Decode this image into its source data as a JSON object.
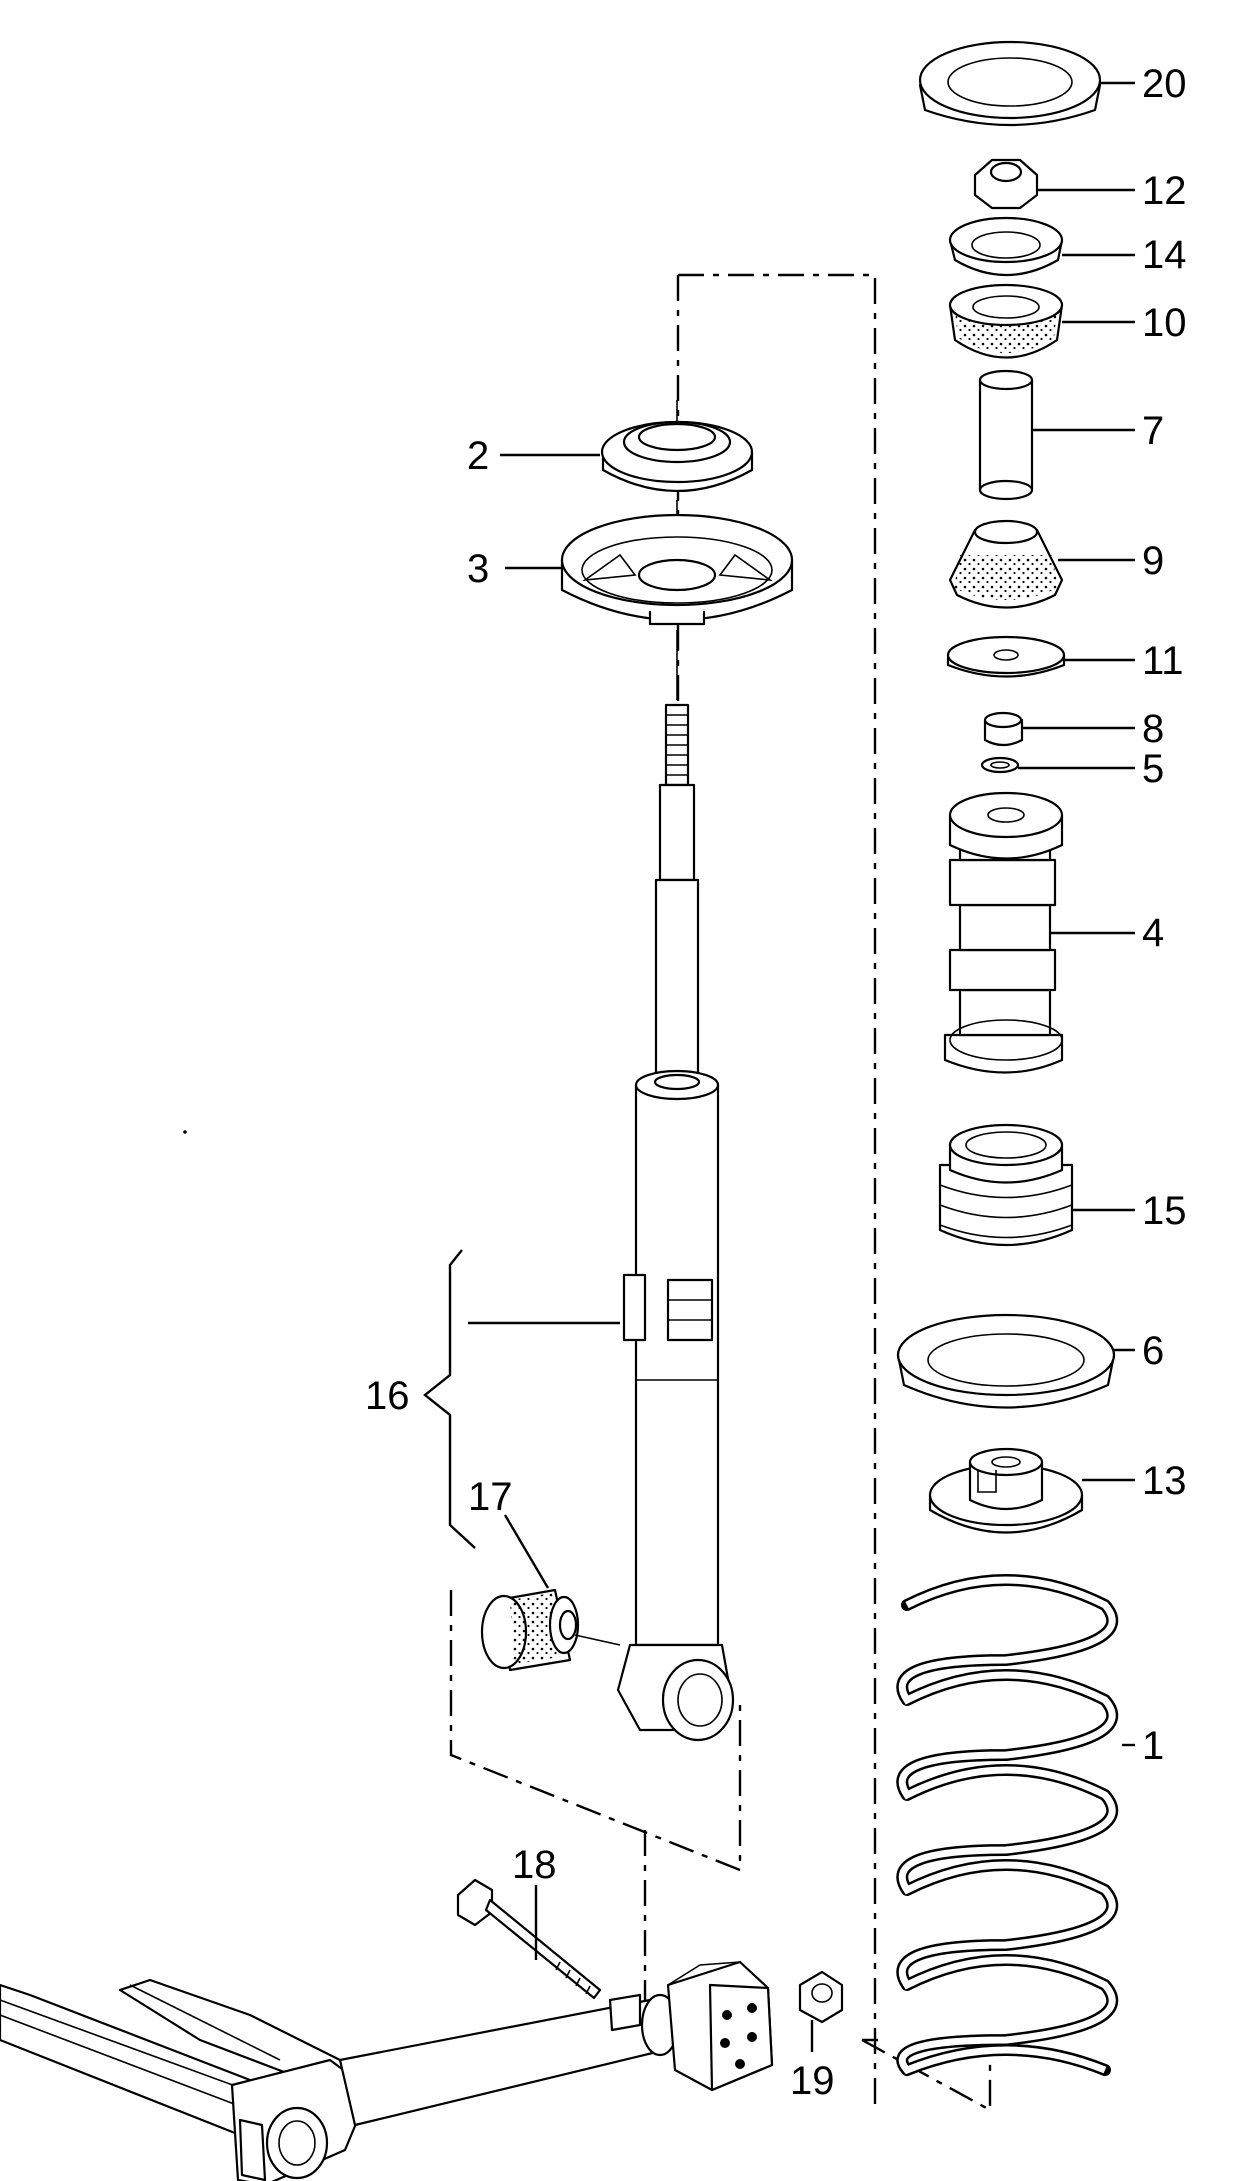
{
  "callouts": [
    {
      "id": "c20",
      "text": "20"
    },
    {
      "id": "c12",
      "text": "12"
    },
    {
      "id": "c14",
      "text": "14"
    },
    {
      "id": "c10",
      "text": "10"
    },
    {
      "id": "c7",
      "text": "7"
    },
    {
      "id": "c9",
      "text": "9"
    },
    {
      "id": "c11",
      "text": "11"
    },
    {
      "id": "c8",
      "text": "8"
    },
    {
      "id": "c5",
      "text": "5"
    },
    {
      "id": "c4",
      "text": "4"
    },
    {
      "id": "c15",
      "text": "15"
    },
    {
      "id": "c6",
      "text": "6"
    },
    {
      "id": "c13",
      "text": "13"
    },
    {
      "id": "c1",
      "text": "1"
    },
    {
      "id": "c2",
      "text": "2"
    },
    {
      "id": "c3",
      "text": "3"
    },
    {
      "id": "c16",
      "text": "16"
    },
    {
      "id": "c17",
      "text": "17"
    },
    {
      "id": "c18",
      "text": "18"
    },
    {
      "id": "c19",
      "text": "19"
    }
  ]
}
